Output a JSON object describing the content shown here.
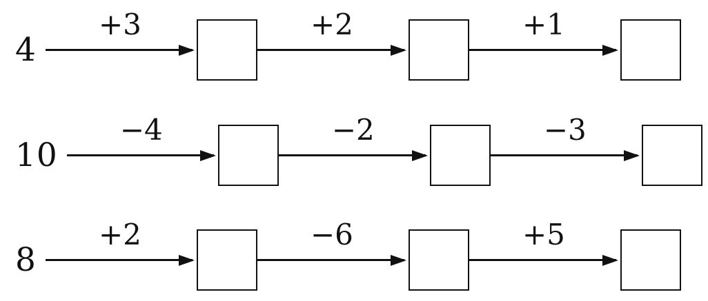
{
  "diagram": {
    "description_colors": {
      "ink": "#111111",
      "background": "#ffffff"
    },
    "rows": [
      {
        "start": "4",
        "ops": [
          "+3",
          "+2",
          "+1"
        ]
      },
      {
        "start": "10",
        "ops": [
          "−4",
          "−2",
          "−3"
        ]
      },
      {
        "start": "8",
        "ops": [
          "+2",
          "−6",
          "+5"
        ]
      }
    ],
    "boxes_per_row": 3
  }
}
